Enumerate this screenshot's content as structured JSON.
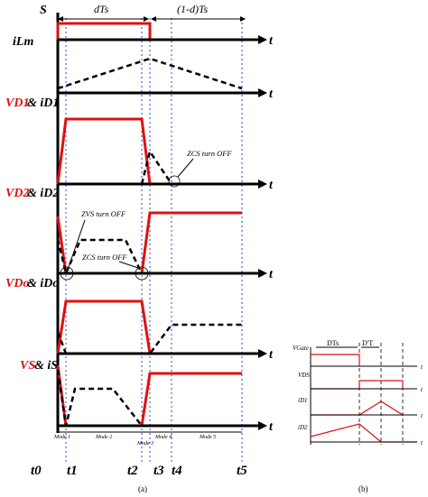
{
  "panel_a": {
    "caption": "(a)",
    "s_label": "S",
    "dTs_label": "dTs",
    "one_minus_d_label": "(1-d)Ts",
    "rows": [
      {
        "left": "",
        "right": "iLm"
      },
      {
        "left": "VD1",
        "right": "& iD1"
      },
      {
        "left": "VD2",
        "right": "& iD2"
      },
      {
        "left": "VDo",
        "right": "& iDo"
      },
      {
        "left": "VS",
        "right": "& iS"
      }
    ],
    "t_axis": "t",
    "annotations": {
      "zcs1": "ZCS turn OFF",
      "zvs": "ZVS turn OFF",
      "zcs2": "ZCS turn OFF"
    },
    "modes": [
      "Mode 1",
      "Mode 2",
      "Mode 3",
      "Mode 4",
      "Mode 5"
    ],
    "time_marks": [
      "t0",
      "t1",
      "t2",
      "t3",
      "t4",
      "t5"
    ]
  },
  "panel_b": {
    "caption": "(b)",
    "rows": [
      "VGate",
      "VDS",
      "iD1",
      "iD2"
    ],
    "dt1": "DTs",
    "dt2": "D'T",
    "t_axis": "t"
  }
}
